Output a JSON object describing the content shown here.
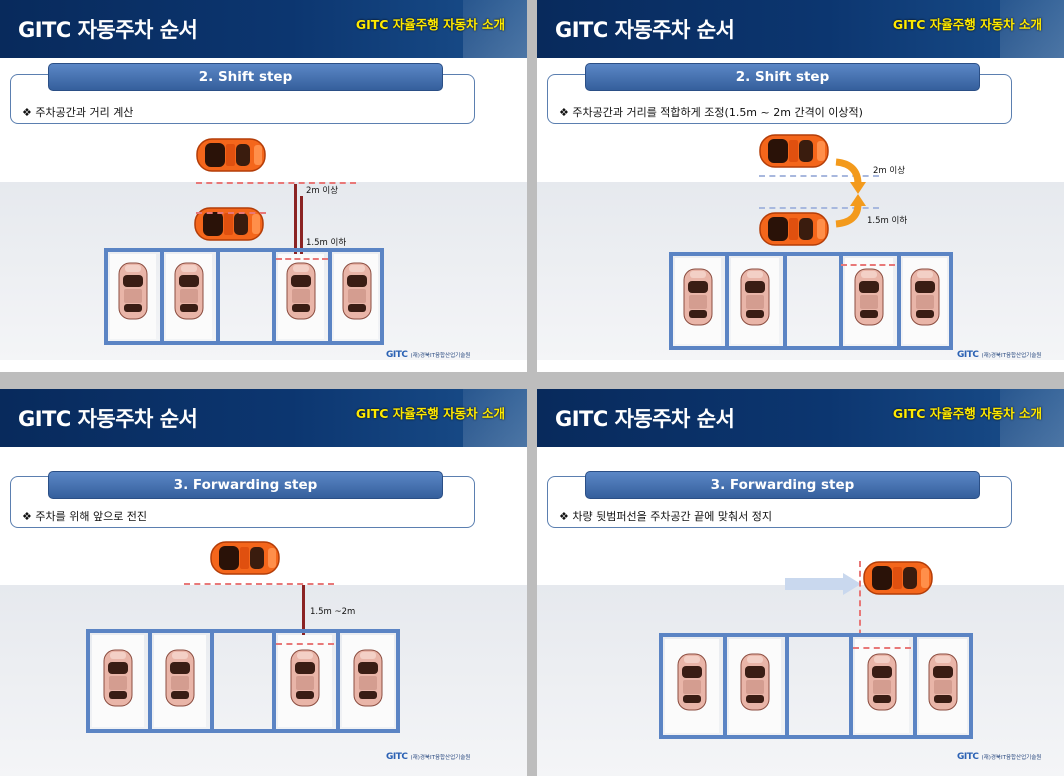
{
  "slides": [
    {
      "title": "GITC 자동주차 순서",
      "subtitle": "GITC 자율주행 자동차 소개",
      "step": "2. Shift step",
      "bullet": "❖ 주차공간과 거리 계산",
      "labels": [
        "2m 이상",
        "1.5m 이하"
      ],
      "logo_text": "(재)경북IT융합산업기술원",
      "logo_mark": "GITC"
    },
    {
      "title": "GITC 자동주차 순서",
      "subtitle": "GITC 자율주행 자동차 소개",
      "step": "2. Shift step",
      "bullet": "❖ 주차공간과 거리를 적합하게 조정(1.5m ~ 2m 간격이 이상적)",
      "labels": [
        "2m 이상",
        "1.5m 이하"
      ],
      "logo_text": "(재)경북IT융합산업기술원",
      "logo_mark": "GITC"
    },
    {
      "title": "GITC 자동주차 순서",
      "subtitle": "GITC 자율주행 자동차 소개",
      "step": "3. Forwarding step",
      "bullet": "❖ 주차를 위해 앞으로 전진",
      "labels": [
        "1.5m ~2m"
      ],
      "logo_text": "(재)경북IT융합산업기술원",
      "logo_mark": "GITC"
    },
    {
      "title": "GITC 자동주차 순서",
      "subtitle": "GITC 자율주행 자동차 소개",
      "step": "3. Forwarding step",
      "bullet": "❖ 차량 뒷범퍼선을 주차공간 끝에 맞춰서 정지",
      "labels": [],
      "logo_text": "(재)경북IT융합산업기술원",
      "logo_mark": "GITC"
    }
  ],
  "colors": {
    "header": "#0c3670",
    "accent_yellow": "#ffea00",
    "lot_blue": "#5b84c4",
    "orange_car": "#f4661b",
    "pink_car": "#e9b5a8",
    "guide_dash": "#e87878"
  }
}
